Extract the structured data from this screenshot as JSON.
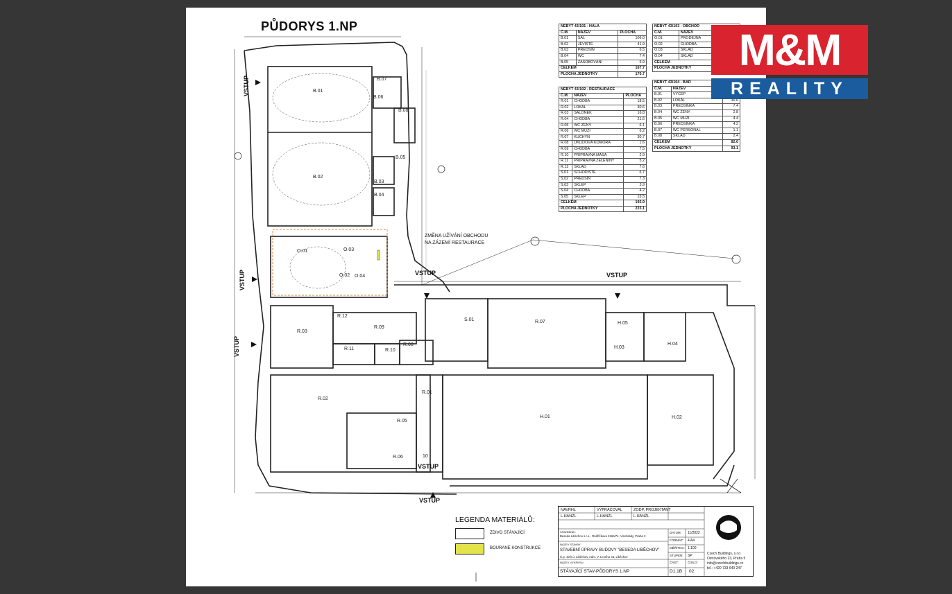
{
  "plan": {
    "title": "PŮDORYS 1.NP",
    "rooms": [
      "B.01",
      "B.02",
      "B.03",
      "B.04",
      "B.05",
      "B.06",
      "B.07",
      "B.08",
      "O.01",
      "O.02",
      "O.03",
      "O.04",
      "R.01",
      "R.02",
      "R.03",
      "R.05",
      "R.06",
      "R.07",
      "R.08",
      "R.09",
      "R.10",
      "R.11",
      "R.12",
      "S.01",
      "H.01",
      "H.02",
      "H.03",
      "H.04",
      "H.05",
      "10"
    ],
    "entrances": [
      "VSTUP",
      "VSTUP",
      "VSTUP",
      "VSTUP",
      "VSTUP",
      "VSTUP",
      "VSTUP"
    ],
    "note_line1": "ZMĚNA UŽÍVÁNÍ OBCHODU",
    "note_line2": "NA ZÁZEMÍ RESTAURACE"
  },
  "tables": {
    "hala": {
      "title": "NEBYT 43/101 - HALA",
      "headers": [
        "Č.M.",
        "NÁZEV",
        "PLOCHA"
      ],
      "rows": [
        [
          "B.01",
          "SÁL",
          "106.0"
        ],
        [
          "B.02",
          "JEVIŠTĚ",
          "41.9"
        ],
        [
          "B.03",
          "PŘEDSÍŇ",
          "6.5"
        ],
        [
          "B.04",
          "WC",
          "7.4"
        ],
        [
          "B.05",
          "ZÁSOBOVÁNÍ",
          "5.9"
        ]
      ],
      "total_label": "CELKEM",
      "total": "167.7",
      "unit_label": "PLOCHA JEDNOTKY",
      "unit": "170.7"
    },
    "restaurace": {
      "title": "NEBYT 43/102 - RESTAURACE",
      "headers": [
        "Č.M.",
        "NÁZEV",
        "PLOCHA"
      ],
      "rows": [
        [
          "R.01",
          "CHODBA",
          "18.5"
        ],
        [
          "R.02",
          "LOKÁL",
          "30.6"
        ],
        [
          "R.03",
          "SALONEK",
          "16.8"
        ],
        [
          "R.04",
          "CHODBA",
          "21.6"
        ],
        [
          "R.05",
          "WC ŽENY",
          "6.1"
        ],
        [
          "R.06",
          "WC MUŽI",
          "6.2"
        ],
        [
          "R.07",
          "KUCHYŇ",
          "30.7"
        ],
        [
          "R.08",
          "ÚKLIDOVÁ KOMORA",
          "1.6"
        ],
        [
          "R.09",
          "CHODBA",
          "7.5"
        ],
        [
          "R.10",
          "PŘÍPRAVNA MASA",
          "2.9"
        ],
        [
          "R.11",
          "PŘÍPRAVNA ZELENINY",
          "5.2"
        ],
        [
          "R.12",
          "SKLAD",
          "7.6"
        ],
        [
          "S.01",
          "SCHODIŠTĚ",
          "6.7"
        ],
        [
          "S.02",
          "PŘEDSÍŇ",
          "7.3"
        ],
        [
          "S.03",
          "SKLEP",
          "3.9"
        ],
        [
          "S.04",
          "CHODBA",
          "4.2"
        ],
        [
          "S.05",
          "SKLEP",
          "15.5"
        ]
      ],
      "total_label": "CELKEM",
      "total": "192.9",
      "unit_label": "PLOCHA JEDNOTKY",
      "unit": "223.1"
    },
    "obchod": {
      "title": "NEBYT 43/103 - OBCHOD",
      "headers": [
        "Č.M.",
        "NÁZEV",
        ""
      ],
      "rows": [
        [
          "O.01",
          "PRODEJNA",
          ""
        ],
        [
          "O.02",
          "CHODBA",
          ""
        ],
        [
          "O.03",
          "SKLAD",
          ""
        ],
        [
          "O.04",
          "SKLAD",
          ""
        ]
      ],
      "total_label": "CELKEM",
      "total": "",
      "unit_label": "PLOCHA JEDNOTKY",
      "unit": ""
    },
    "bar": {
      "title": "NEBYT 43/104 - BAR",
      "headers": [
        "Č.M.",
        "NÁZEV",
        ""
      ],
      "rows": [
        [
          "B.01",
          "VÝČEP",
          ""
        ],
        [
          "B.02",
          "LOKÁL",
          "36.6"
        ],
        [
          "B.03",
          "PŘEDSÍŇKA",
          "7.4"
        ],
        [
          "B.04",
          "WC ŽENY",
          "2.8"
        ],
        [
          "B.05",
          "WC MUŽI",
          "4.4"
        ],
        [
          "B.06",
          "PŘEDSÍŇKA",
          "4.2"
        ],
        [
          "B.07",
          "WC PERSONÁL",
          "1.1"
        ],
        [
          "B.08",
          "SKLAD",
          "2.4"
        ]
      ],
      "total_label": "CELKEM",
      "total": "82.0",
      "unit_label": "PLOCHA JEDNOTKY",
      "unit": "93.1"
    }
  },
  "legend": {
    "title": "LEGENDA MATERIÁLŮ:",
    "items": [
      {
        "label": "ZDIVO STÁVAJÍCÍ",
        "color": "#ffffff"
      },
      {
        "label": "BOURANÉ KONSTRUKCE",
        "color": "#e3e34a"
      }
    ]
  },
  "titleblock": {
    "navrhl_label": "NAVRHL",
    "navrhl": "L.HANŽL",
    "vypracoval_label": "VYPRACOVAL",
    "vypracoval": "L.HANŽL",
    "zodp_label": "ZODP. PROJEKTANT",
    "zodp": "L.HANŽL",
    "stavebnik_label": "STAVEBNÍK:",
    "stavebnik": "Beseda Libéchov s.r.o., Ondříčkova 2166/74, Vinohrady, Praha 3",
    "nazev_label": "NÁZEV STAVBY:",
    "nazev": "STAVEBNÍ ÚPRAVY BUDOVY \"BESEDA LIBĚCHOV\"",
    "misto": "Č.p. 43 k.ú. Liběchov, nám. V. Levého 43, Liběchov",
    "vykres_label": "NÁZEV VÝKRESU:",
    "vykres": "STÁVAJÍCÍ STAV-PŮDORYS 1.NP",
    "datum_label": "DATUM:",
    "datum": "11/2022",
    "format_label": "FORMÁT:",
    "format": "4 A4",
    "meritko_label": "MĚŘÍTKO:",
    "meritko": "1:100",
    "stupen_label": "STUPEŇ:",
    "stupen": "SP",
    "cast_label": "ČÁST:",
    "cast": "D1.1B",
    "cislo_label": "ČÍSLO:",
    "cislo": "02",
    "firm1": "Czech Buildings, s.r.o.",
    "firm2": "Ostrovského 23, Praha 5",
    "firm3": "info@czechbuildings.cz",
    "firm4": "tel.: +420 733 640 247"
  },
  "watermark": {
    "brand": "M&M",
    "sub": "REALITY",
    "brand_color": "#d9232e",
    "sub_color": "#1a5c9e"
  }
}
